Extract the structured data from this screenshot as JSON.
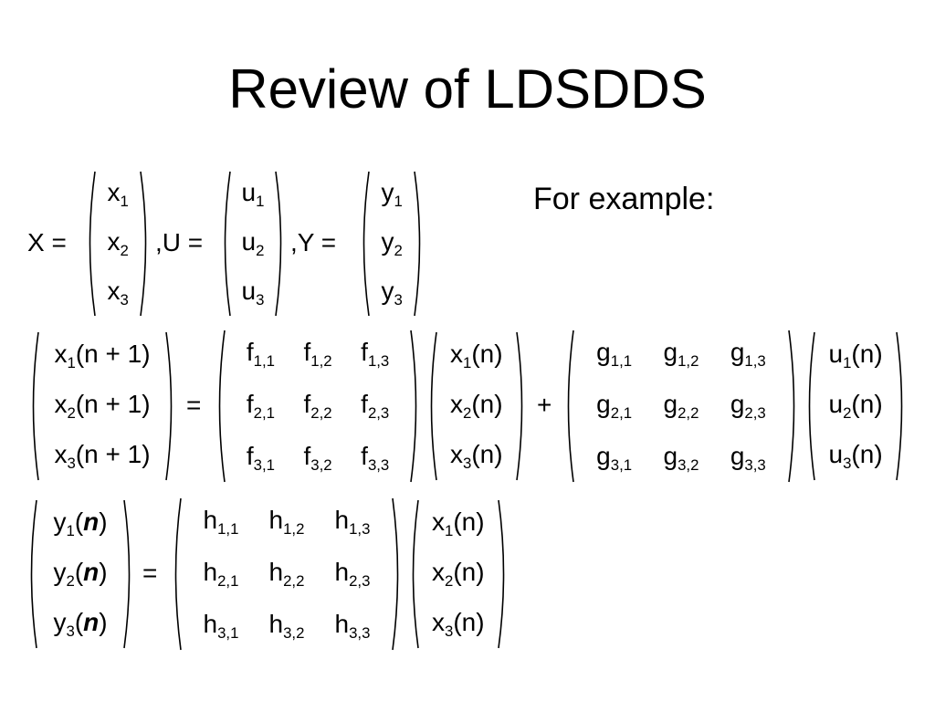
{
  "slide": {
    "title": "Review of LDSDDS",
    "example_label": "For example:"
  },
  "vectors": {
    "X": {
      "label": "X",
      "entries": [
        "x1",
        "x2",
        "x3"
      ]
    },
    "U": {
      "label": "U",
      "entries": [
        "u1",
        "u2",
        "u3"
      ]
    },
    "Y": {
      "label": "Y",
      "entries": [
        "y1",
        "y2",
        "y3"
      ]
    }
  },
  "state_equation": {
    "lhs": [
      "x1(n + 1)",
      "x2(n + 1)",
      "x3(n + 1)"
    ],
    "F": [
      [
        "f1,1",
        "f1,2",
        "f1,3"
      ],
      [
        "f2,1",
        "f2,2",
        "f2,3"
      ],
      [
        "f3,1",
        "f3,2",
        "f3,3"
      ]
    ],
    "x_vector": [
      "x1(n)",
      "x2(n)",
      "x3(n)"
    ],
    "G": [
      [
        "g1,1",
        "g1,2",
        "g1,3"
      ],
      [
        "g2,1",
        "g2,2",
        "g2,3"
      ],
      [
        "g3,1",
        "g3,2",
        "g3,3"
      ]
    ],
    "u_vector": [
      "u1(n)",
      "u2(n)",
      "u3(n)"
    ]
  },
  "output_equation": {
    "lhs": [
      "y1(n)",
      "y2(n)",
      "y3(n)"
    ],
    "H": [
      [
        "h1,1",
        "h1,2",
        "h1,3"
      ],
      [
        "h2,1",
        "h2,2",
        "h2,3"
      ],
      [
        "h3,1",
        "h3,2",
        "h3,3"
      ]
    ],
    "x_vector": [
      "x1(n)",
      "x2(n)",
      "x3(n)"
    ]
  },
  "operators": {
    "equals": "=",
    "plus": "+",
    "comma": ","
  }
}
